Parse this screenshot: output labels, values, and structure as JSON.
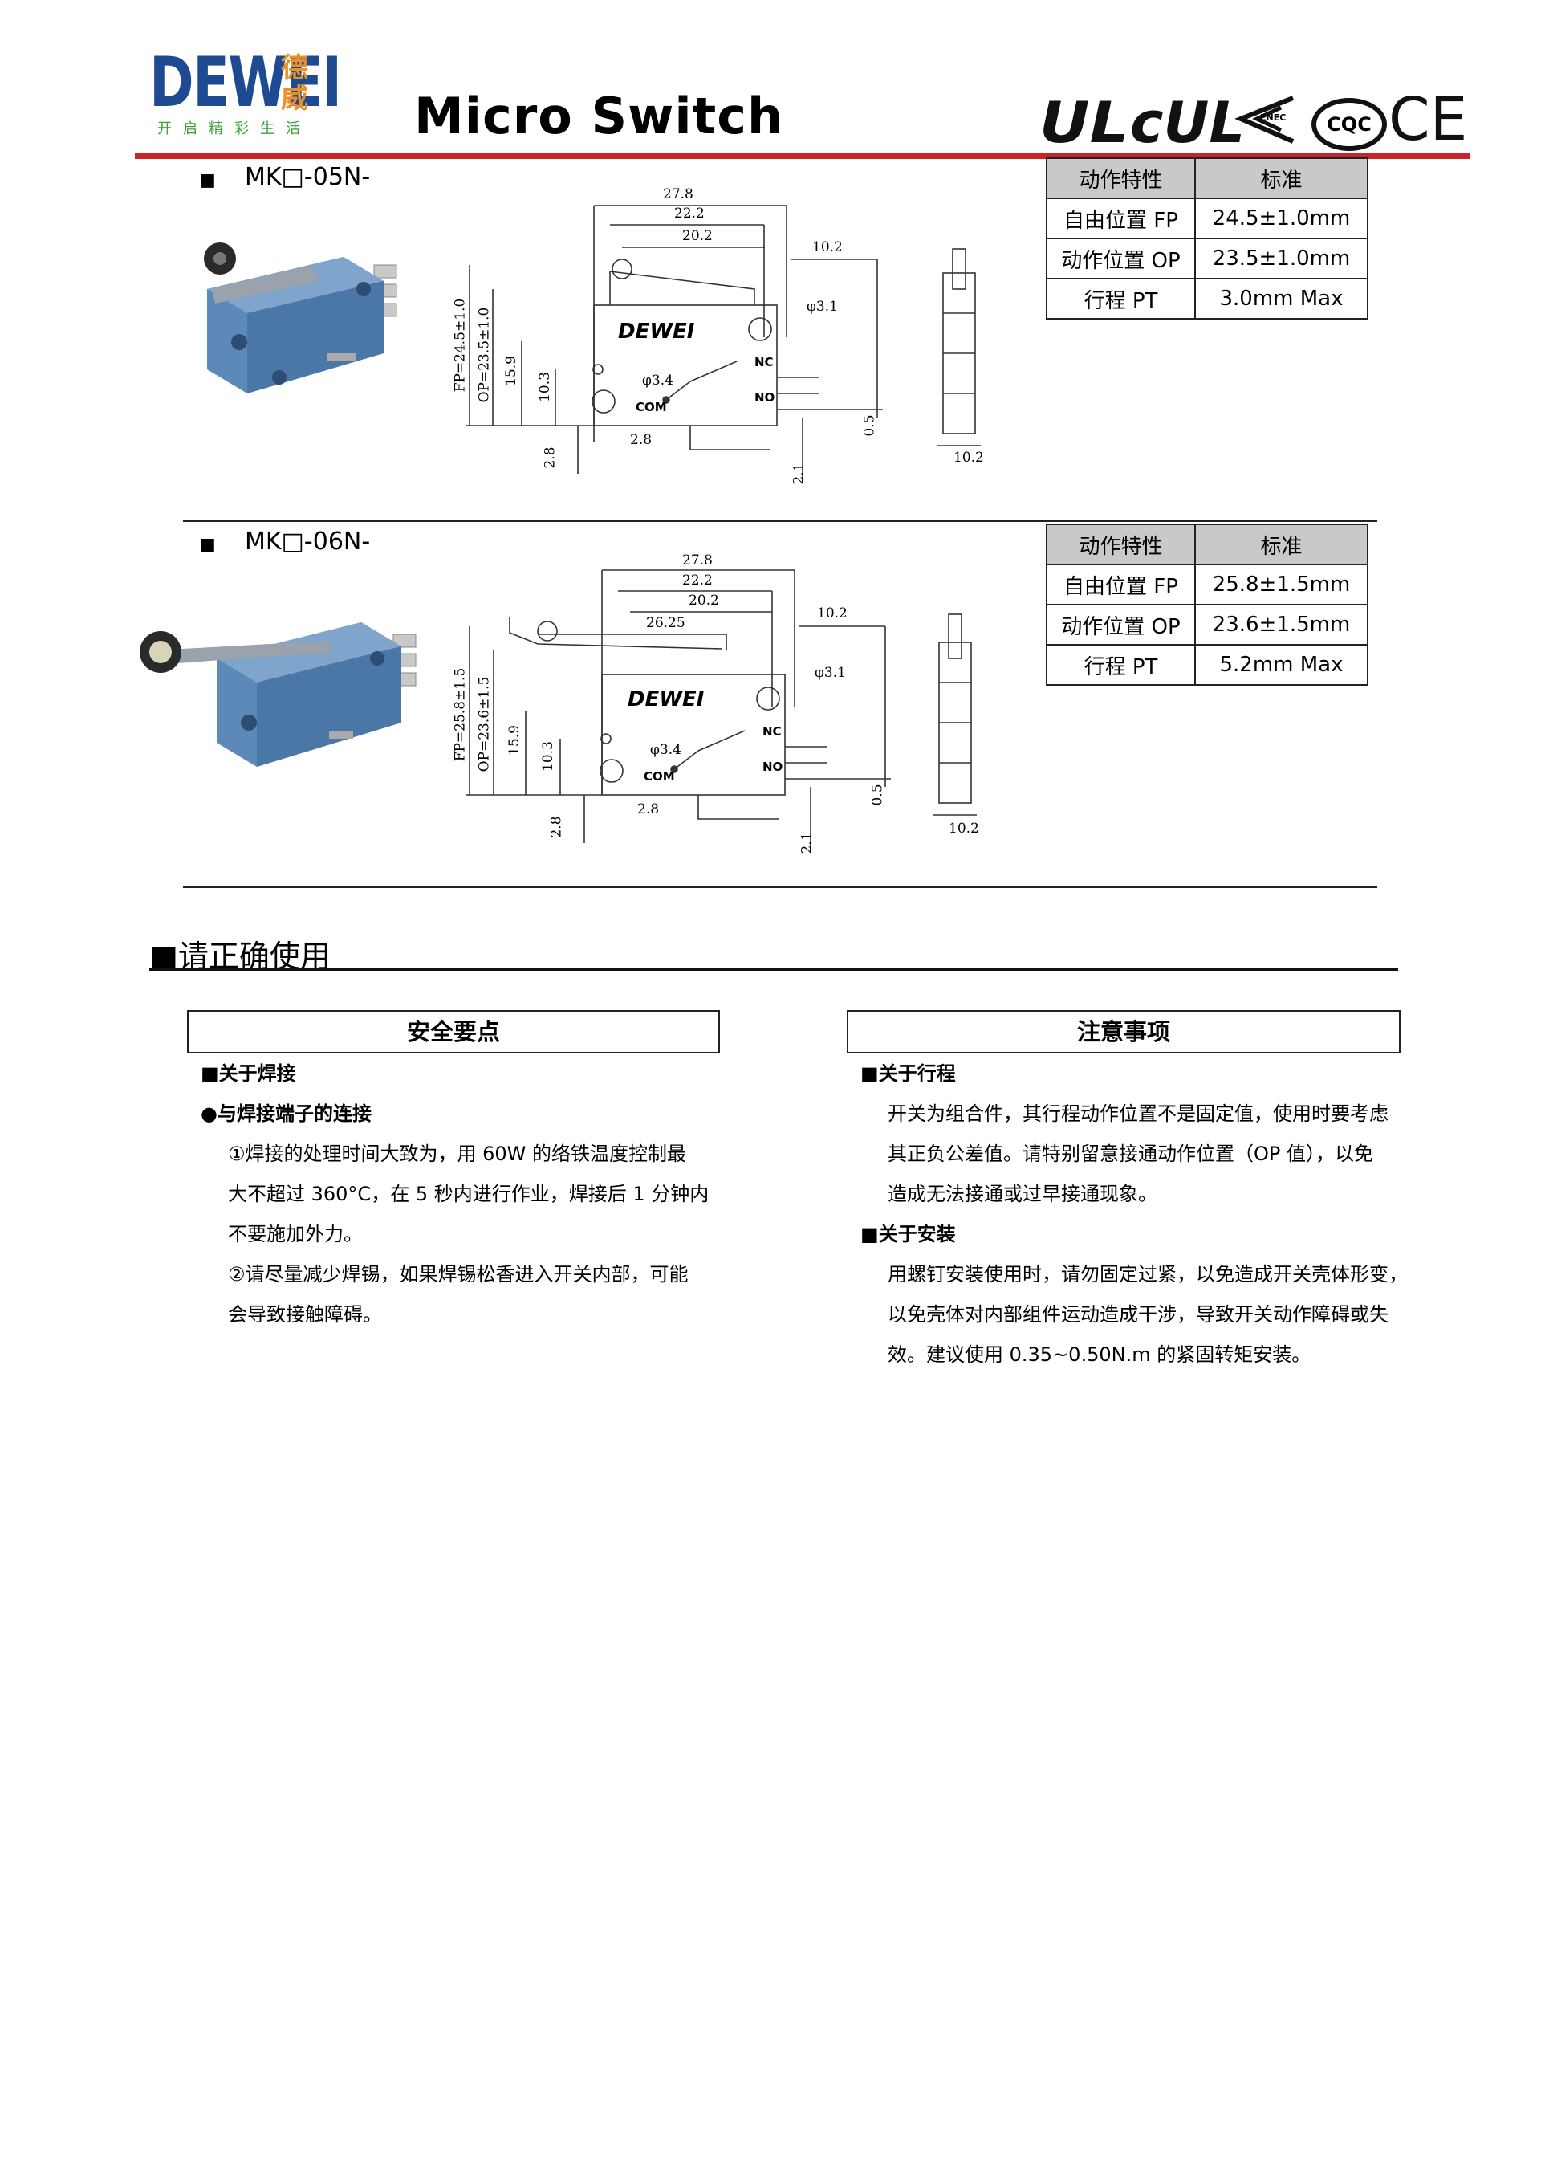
{
  "header": {
    "logo_text": "DEWEI",
    "logo_chinese": "德威",
    "logo_slogan": "开启精彩生活",
    "title": "Micro Switch",
    "certifications": [
      "UL",
      "cUL",
      "ENEC",
      "CQC",
      "CE"
    ]
  },
  "products": [
    {
      "model": "MK□-05N-",
      "table": {
        "header": [
          "动作特性",
          "标准"
        ],
        "rows": [
          [
            "自由位置 FP",
            "24.5±1.0mm"
          ],
          [
            "动作位置 OP",
            "23.5±1.0mm"
          ],
          [
            "行程 PT",
            "3.0mm Max"
          ]
        ]
      },
      "drawing": {
        "brand": "DEWEI",
        "dims": [
          "27.8",
          "22.2",
          "20.2",
          "10.2",
          "φ3.1",
          "φ3.4",
          "2.8",
          "2.8",
          "2.1",
          "0.5",
          "10.2",
          "FP=24.5±1.0",
          "OP=23.5±1.0",
          "15.9",
          "10.3"
        ],
        "terminals": [
          "NC",
          "NO",
          "COM"
        ]
      }
    },
    {
      "model": "MK□-06N-",
      "table": {
        "header": [
          "动作特性",
          "标准"
        ],
        "rows": [
          [
            "自由位置 FP",
            "25.8±1.5mm"
          ],
          [
            "动作位置 OP",
            "23.6±1.5mm"
          ],
          [
            "行程 PT",
            "5.2mm Max"
          ]
        ]
      },
      "drawing": {
        "brand": "DEWEI",
        "dims": [
          "27.8",
          "22.2",
          "20.2",
          "26.25",
          "10.2",
          "φ3.1",
          "φ3.4",
          "2.8",
          "2.8",
          "2.1",
          "0.5",
          "10.2",
          "FP=25.8±1.5",
          "OP=23.6±1.5",
          "15.9",
          "10.3"
        ],
        "terminals": [
          "NC",
          "NO",
          "COM"
        ]
      }
    }
  ],
  "usage": {
    "title": "■请正确使用",
    "left": {
      "heading": "安全要点",
      "h1": "■关于焊接",
      "h2": "●与焊接端子的连接",
      "lines": [
        "①焊接的处理时间大致为，用 60W 的络铁温度控制最",
        "大不超过 360°C，在 5 秒内进行作业，焊接后 1 分钟内",
        "不要施加外力。",
        "②请尽量减少焊锡，如果焊锡松香进入开关内部，可能",
        "会导致接触障碍。"
      ]
    },
    "right": {
      "heading": "注意事项",
      "h1": "■关于行程",
      "lines1": [
        "开关为组合件，其行程动作位置不是固定值，使用时要考虑",
        "其正负公差值。请特别留意接通动作位置（OP 值），以免",
        "造成无法接通或过早接通现象。"
      ],
      "h2": "■关于安装",
      "lines2": [
        "用螺钉安装使用时，请勿固定过紧，以免造成开关壳体形变，",
        "以免壳体对内部组件运动造成干涉，导致开关动作障碍或失",
        "效。建议使用 0.35~0.50N.m 的紧固转矩安装。"
      ]
    }
  },
  "colors": {
    "brand_blue": "#1e4a92",
    "brand_orange": "#e8902a",
    "header_rule": "#c8242a",
    "switch_body": "#5c89b8",
    "table_header_bg": "#c9c9c9"
  }
}
